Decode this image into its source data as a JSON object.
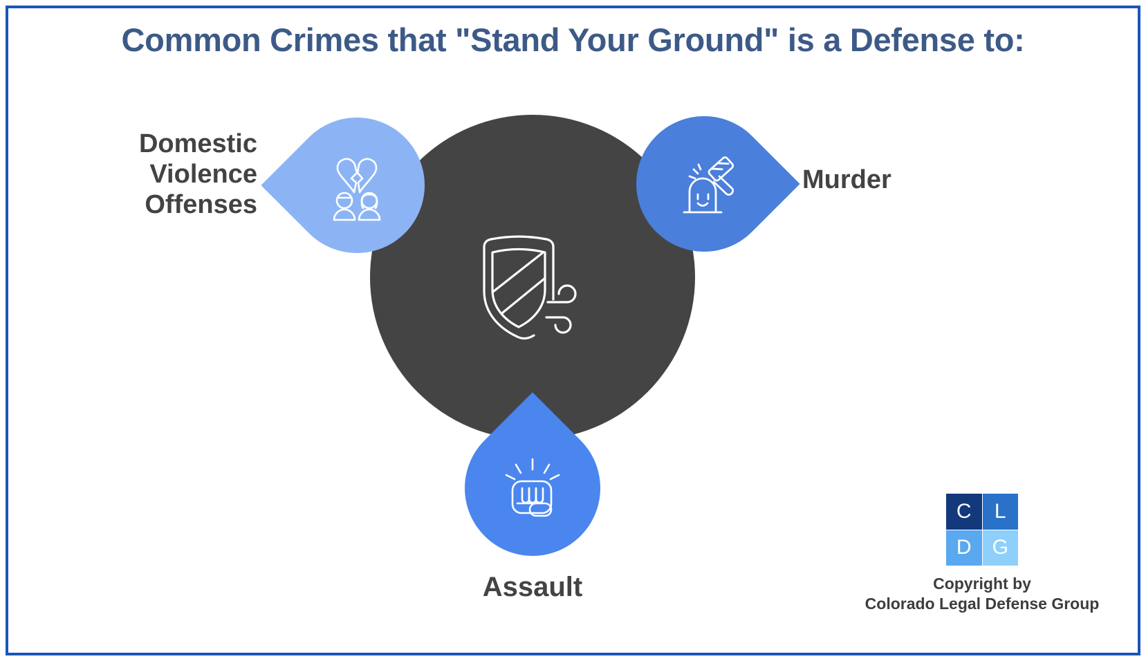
{
  "page": {
    "title": "Common Crimes that \"Stand Your Ground\" is a Defense to:",
    "border_color": "#1a56b8",
    "background": "#ffffff",
    "title_color": "#3d5a87"
  },
  "diagram": {
    "type": "hub-and-spoke",
    "center": {
      "label": "",
      "icon": "shield-wind-icon",
      "color": "#444444"
    },
    "nodes": [
      {
        "id": "domestic-violence",
        "label": "Domestic Violence Offenses",
        "label_lines": [
          "Domestic",
          "Violence",
          "Offenses"
        ],
        "icon": "broken-heart-couple-icon",
        "color": "#8cb4f5",
        "position": "upper-left"
      },
      {
        "id": "murder",
        "label": "Murder",
        "label_lines": [
          "Murder"
        ],
        "icon": "gavel-gravestone-icon",
        "color": "#4a7fdb",
        "position": "upper-right"
      },
      {
        "id": "assault",
        "label": "Assault",
        "label_lines": [
          "Assault"
        ],
        "icon": "fist-impact-icon",
        "color": "#4a86ee",
        "position": "bottom"
      }
    ],
    "label_color": "#434343"
  },
  "logo": {
    "name": "cldg-logo",
    "cells": [
      {
        "letter": "C",
        "color": "#13387c"
      },
      {
        "letter": "L",
        "color": "#2a72c9"
      },
      {
        "letter": "D",
        "color": "#5aa8f0"
      },
      {
        "letter": "G",
        "color": "#8ed0fb"
      }
    ],
    "copyright_line1": "Copyright by",
    "copyright_line2": "Colorado Legal Defense Group"
  }
}
